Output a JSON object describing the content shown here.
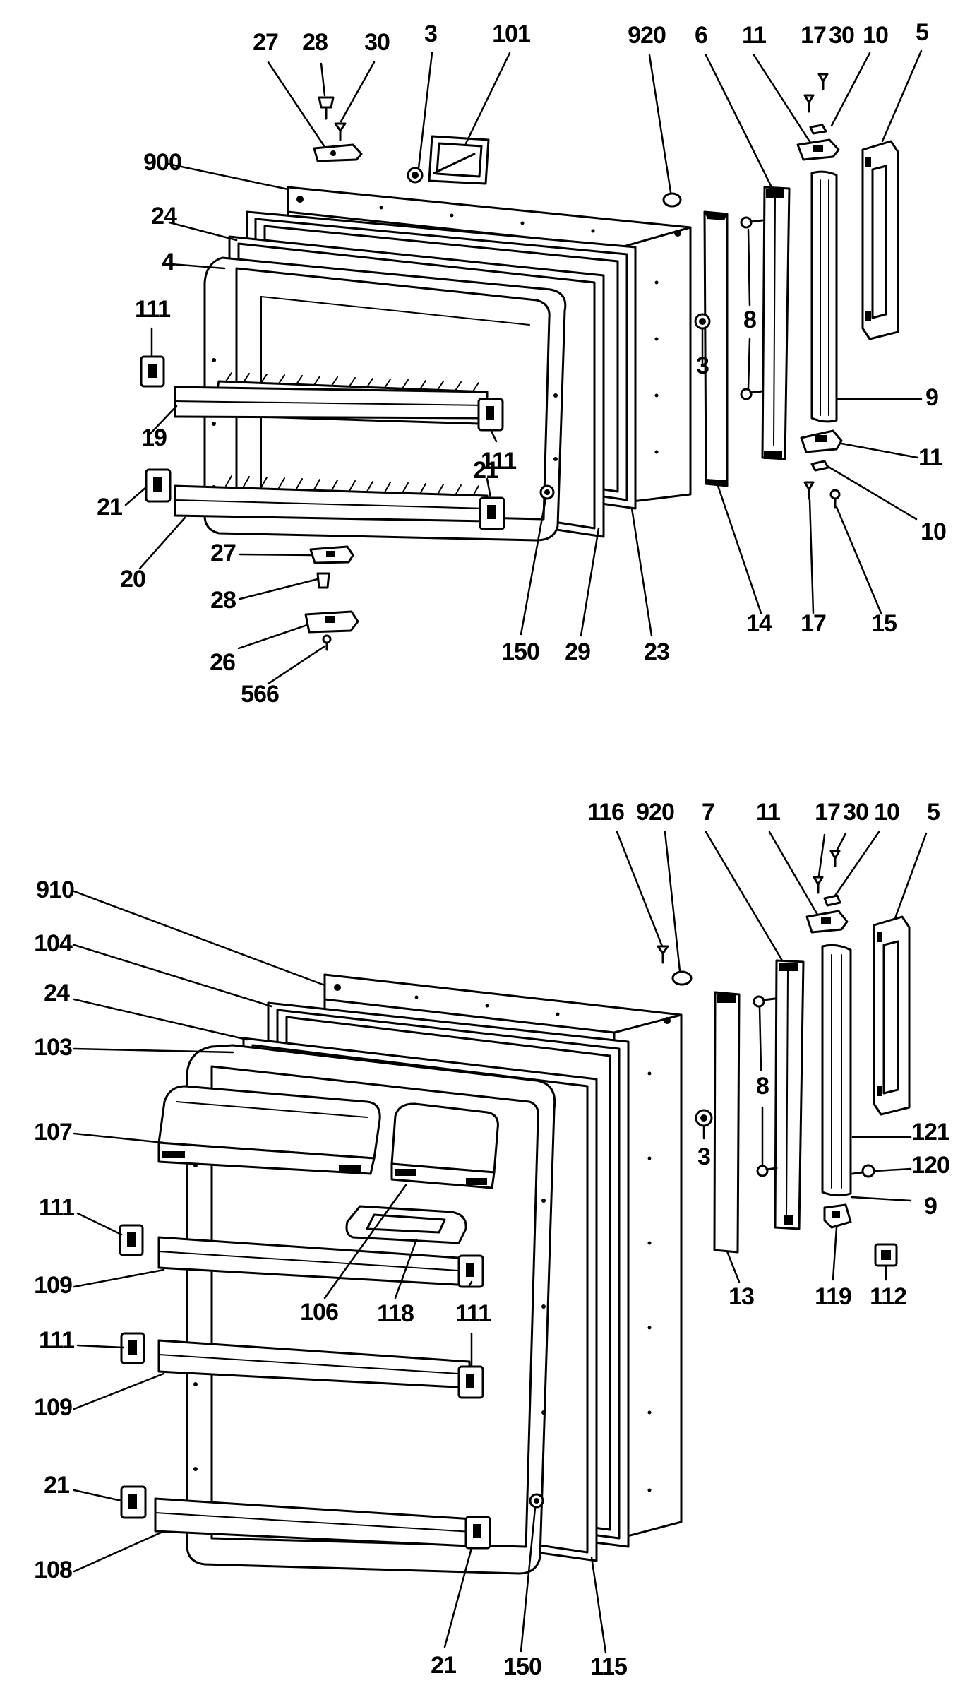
{
  "top_door": {
    "labels": [
      "27",
      "28",
      "30",
      "3",
      "101",
      "920",
      "6",
      "11",
      "17",
      "30",
      "10",
      "5",
      "900",
      "24",
      "4",
      "111",
      "19",
      "111",
      "21",
      "21",
      "20",
      "27",
      "28",
      "26",
      "566",
      "150",
      "29",
      "23",
      "14",
      "17",
      "15",
      "3",
      "8",
      "9",
      "11",
      "10"
    ]
  },
  "bottom_door": {
    "labels": [
      "116",
      "920",
      "7",
      "11",
      "17",
      "30",
      "10",
      "5",
      "910",
      "104",
      "24",
      "103",
      "107",
      "111",
      "109",
      "106",
      "118",
      "111",
      "111",
      "109",
      "21",
      "108",
      "21",
      "150",
      "115",
      "3",
      "8",
      "13",
      "121",
      "120",
      "9",
      "119",
      "112"
    ]
  }
}
